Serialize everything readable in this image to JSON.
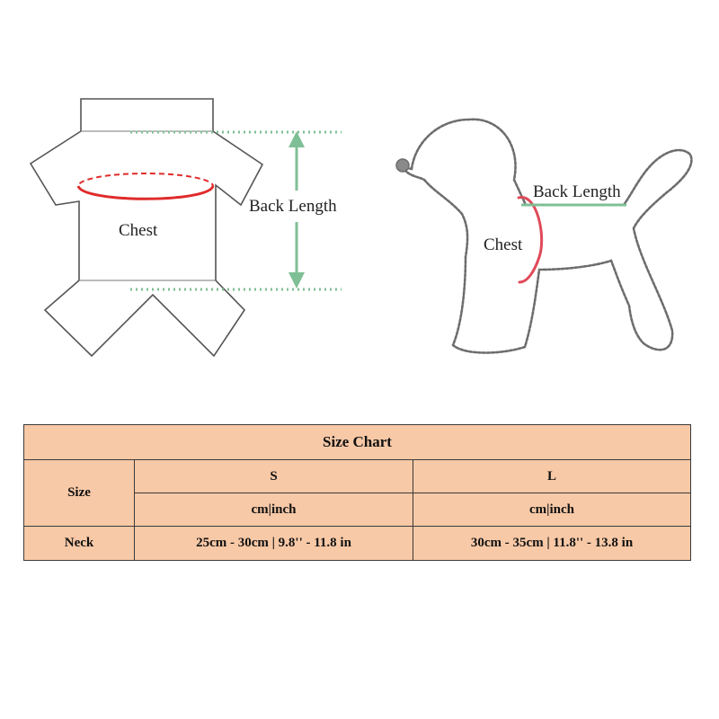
{
  "left_diagram": {
    "chest_label": "Chest",
    "back_length_label": "Back Length"
  },
  "right_diagram": {
    "chest_label": "Chest",
    "back_length_label": "Back Length"
  },
  "size_chart": {
    "title": "Size Chart",
    "row_header": "Size",
    "sizes": [
      "S",
      "L"
    ],
    "unit_label": "cm|inch",
    "rows": [
      {
        "label": "Neck",
        "values": [
          "25cm - 30cm | 9.8'' - 11.8 in",
          "30cm - 35cm | 11.8'' - 13.8 in"
        ]
      }
    ]
  },
  "colors": {
    "table_background": "#f8c9a7",
    "chest_line": "#e02b2b",
    "back_length_line": "#7fbf95"
  }
}
